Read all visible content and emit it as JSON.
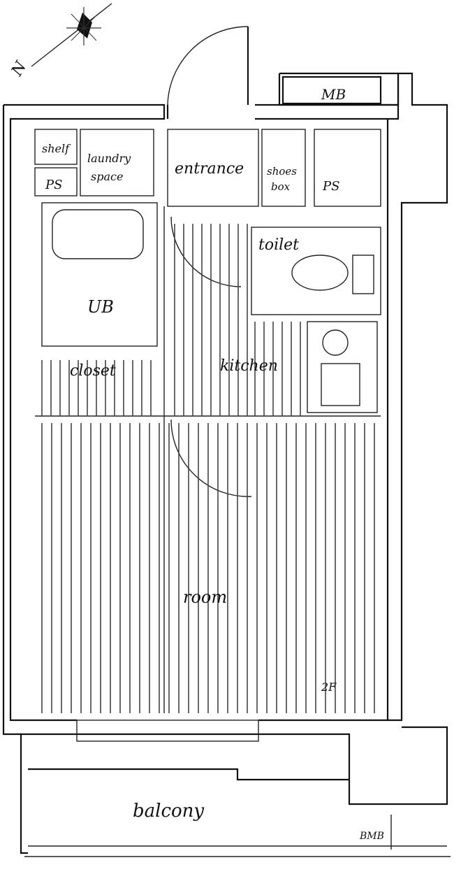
{
  "labels": {
    "compass_n": "N",
    "mb": "MB",
    "shelf": "shelf",
    "ps_left": "PS",
    "laundry_line1": "laundry",
    "laundry_line2": "space",
    "entrance": "entrance",
    "shoes_line1": "shoes",
    "shoes_line2": "box",
    "ps_right": "PS",
    "toilet": "toilet",
    "ub": "UB",
    "closet": "closet",
    "kitchen": "kitchen",
    "room": "room",
    "floor_2f": "2F",
    "balcony": "balcony",
    "bottom_tag": "BMB"
  },
  "colors": {
    "line": "#111111",
    "background": "#ffffff"
  }
}
